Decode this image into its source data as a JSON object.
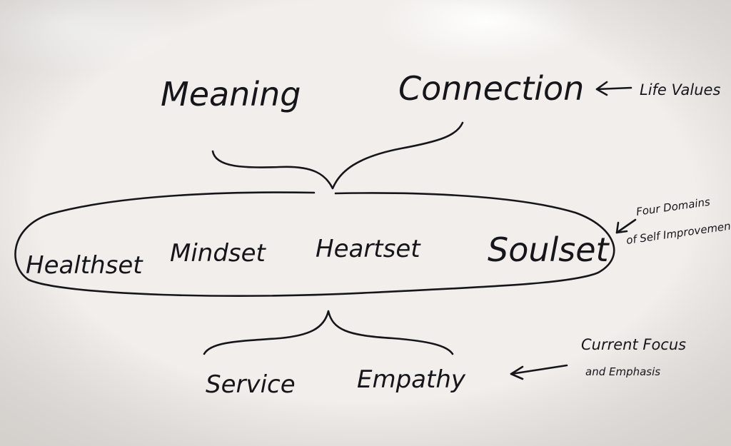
{
  "life_values": {
    "items": [
      "Meaning",
      "Connection"
    ],
    "annotation": "Life Values"
  },
  "domains": {
    "items": [
      "Healthset",
      "Mindset",
      "Heartset",
      "Soulset"
    ],
    "annotation": [
      "Four Domains",
      "of Self Improvement"
    ]
  },
  "focus": {
    "items": [
      "Service",
      "Empathy"
    ],
    "annotation": [
      "Current Focus",
      "and Emphasis"
    ]
  },
  "colors": {
    "ink": "#16161a",
    "board": "#f1eeeb"
  }
}
